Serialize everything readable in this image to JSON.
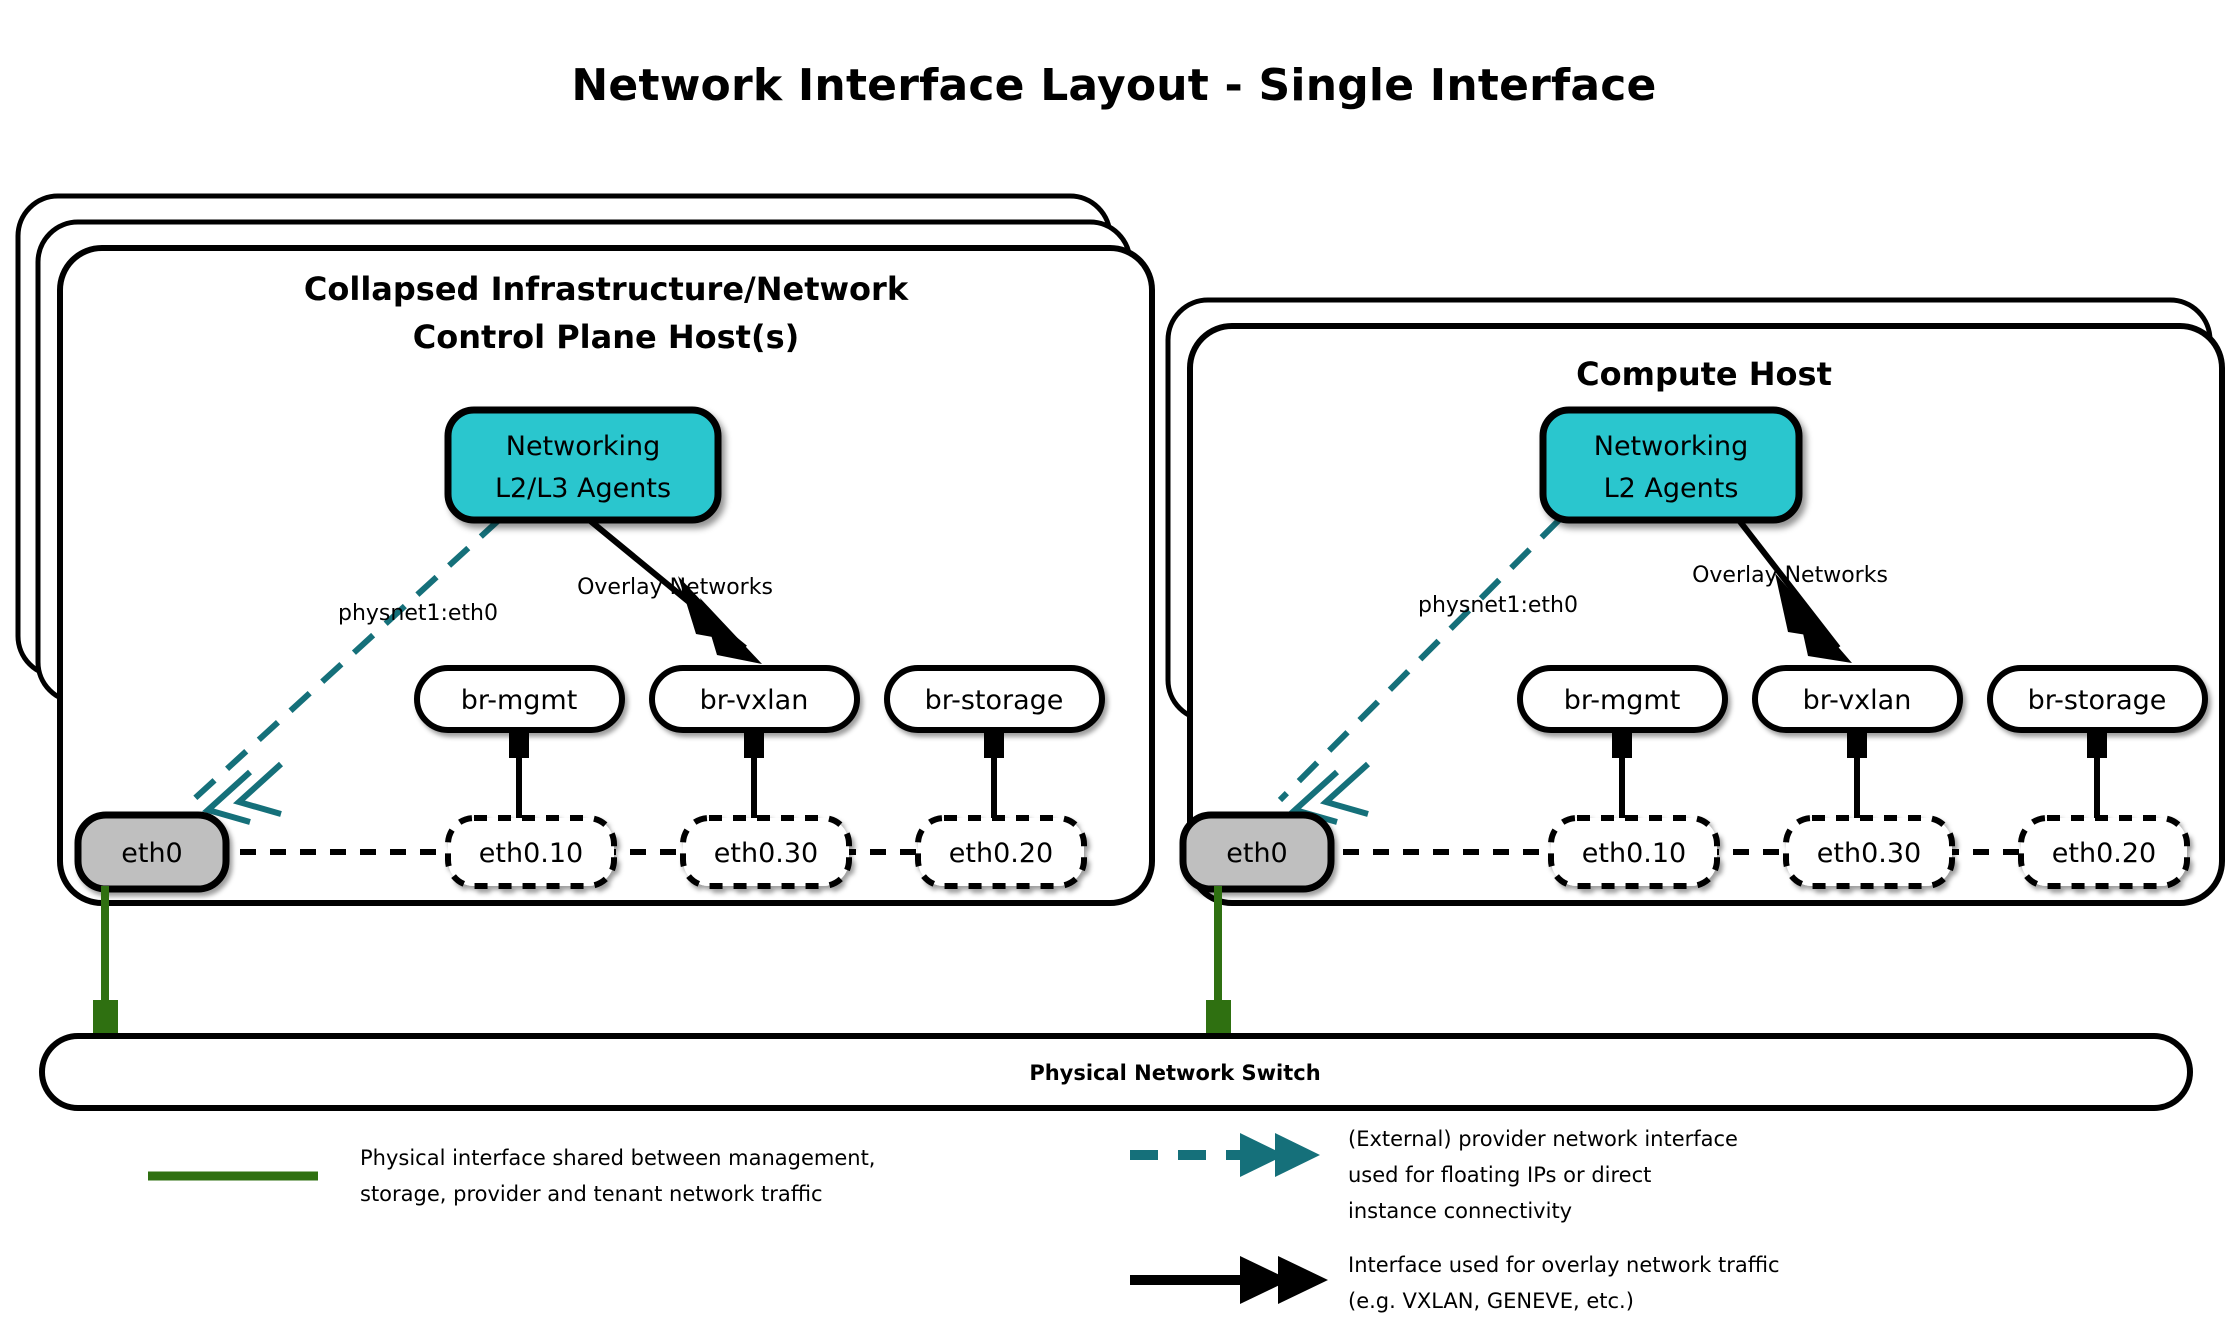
{
  "title": "Network Interface Layout - Single Interface",
  "colors": {
    "agent_fill": "#2bc6ce",
    "nic_fill": "#bfbfbf",
    "provider_teal": "#15707a",
    "physical_green": "#2f7011",
    "stroke": "#000000",
    "background": "#ffffff"
  },
  "hosts": [
    {
      "id": "control-plane-host",
      "title_line1": "Collapsed Infrastructure/Network",
      "title_line2": "Control Plane Host(s)",
      "stack_count": 3,
      "agent": {
        "line1": "Networking",
        "line2": "L2/L3 Agents"
      },
      "edges": {
        "provider_label": "physnet1:eth0",
        "overlay_label": "Overlay Networks"
      },
      "bridges": [
        "br-mgmt",
        "br-vxlan",
        "br-storage"
      ],
      "vlan_interfaces": [
        "eth0.10",
        "eth0.30",
        "eth0.20"
      ],
      "physical_nic": "eth0"
    },
    {
      "id": "compute-host",
      "title_line1": "Compute Host",
      "title_line2": "",
      "stack_count": 2,
      "agent": {
        "line1": "Networking",
        "line2": "L2 Agents"
      },
      "edges": {
        "provider_label": "physnet1:eth0",
        "overlay_label": "Overlay Networks"
      },
      "bridges": [
        "br-mgmt",
        "br-vxlan",
        "br-storage"
      ],
      "vlan_interfaces": [
        "eth0.10",
        "eth0.30",
        "eth0.20"
      ],
      "physical_nic": "eth0"
    }
  ],
  "switch": {
    "label": "Physical Network Switch"
  },
  "legend": [
    {
      "id": "physical-interface",
      "style": "solid-green-line",
      "lines": [
        "Physical interface shared between management,",
        "storage, provider and tenant network traffic"
      ]
    },
    {
      "id": "provider-network-interface",
      "style": "dashed-teal-double-arrow",
      "lines": [
        "(External) provider network interface",
        "used for floating IPs or direct",
        "instance connectivity"
      ]
    },
    {
      "id": "overlay-network-interface",
      "style": "solid-black-double-arrow",
      "lines": [
        "Interface used for overlay network traffic",
        "(e.g. VXLAN, GENEVE, etc.)"
      ]
    }
  ]
}
